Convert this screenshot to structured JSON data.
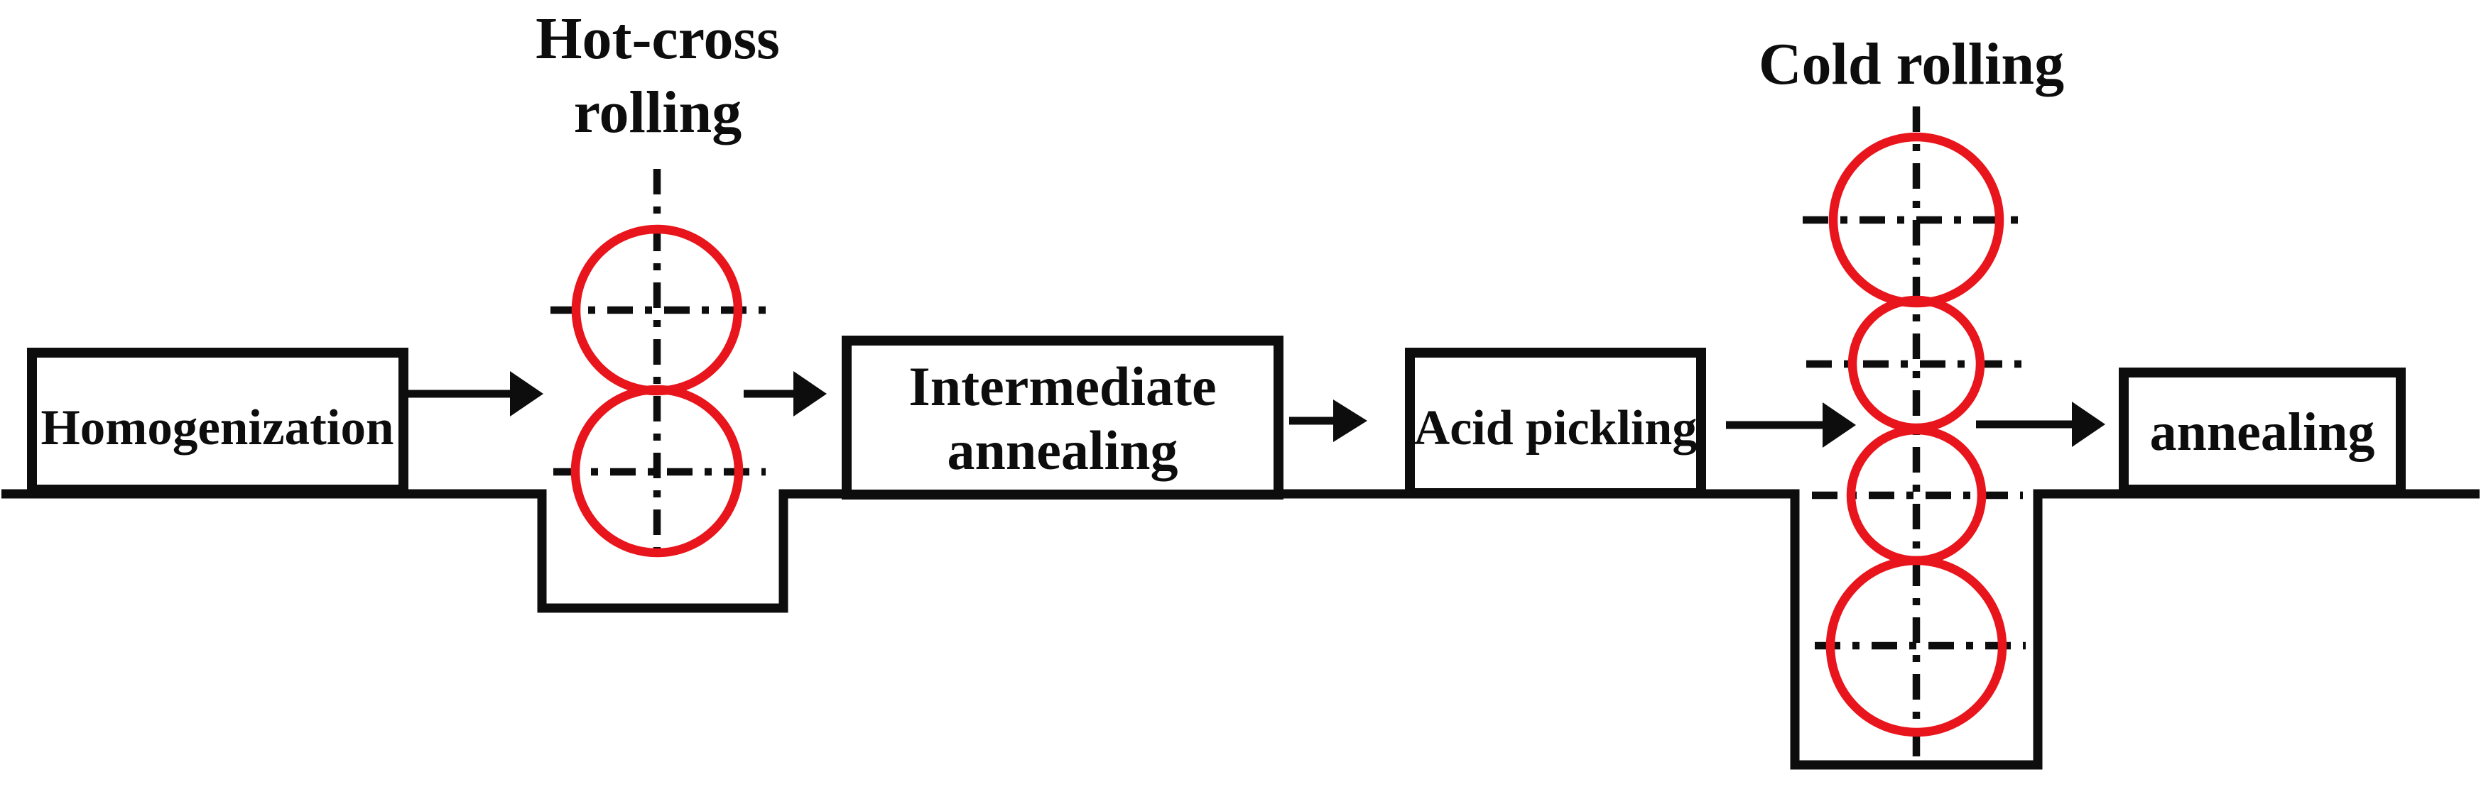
{
  "figure": {
    "type": "process-flow-diagram",
    "description": "Thermomechanical processing route of a rolled sheet",
    "colors": {
      "line_black": "#0d0d0d",
      "roll_red": "#e8151c",
      "background": "#ffffff"
    },
    "titles": {
      "hot_cross_line1": "Hot-cross",
      "hot_cross_line2": "rolling",
      "cold_rolling": "Cold rolling"
    },
    "stations": {
      "homogenization": "Homogenization",
      "intermediate_line1": "Intermediate",
      "intermediate_line2": "annealing",
      "acid_pickling": "Acid pickling",
      "final_annealing": "annealing"
    },
    "sequence": [
      "Homogenization",
      "Hot-cross rolling",
      "Intermediate annealing",
      "Acid pickling",
      "Cold rolling",
      "annealing"
    ],
    "rollers": {
      "hot_cross_roll_count": 2,
      "cold_roll_count": 4
    }
  }
}
